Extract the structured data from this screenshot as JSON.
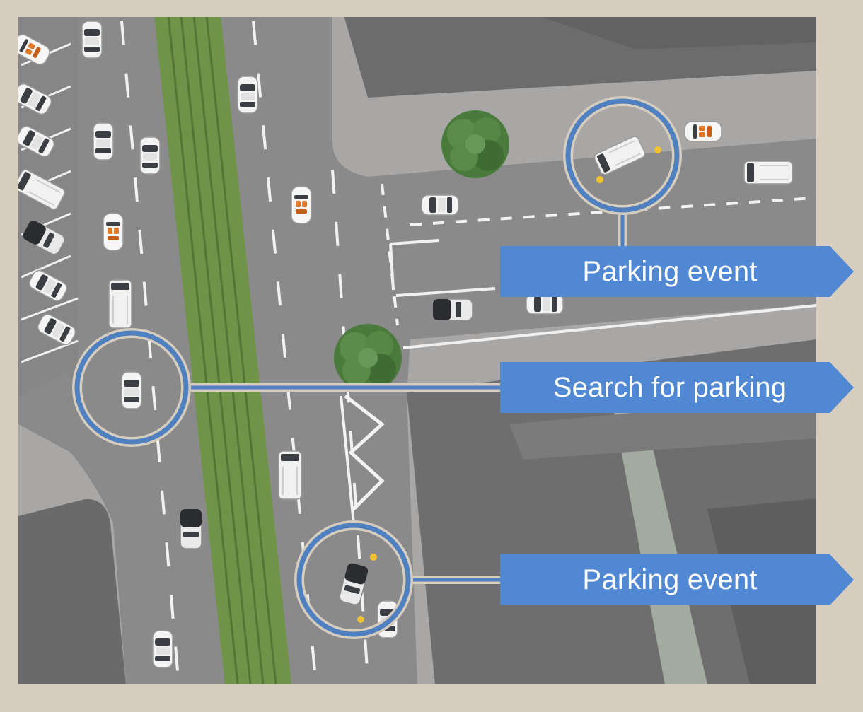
{
  "callouts": [
    {
      "label": "Parking event"
    },
    {
      "label": "Search for parking"
    },
    {
      "label": "Parking event"
    }
  ],
  "colors": {
    "frame": "#d6cdbf",
    "road": "#8a8a8a",
    "sidewalk": "#a9a7a6",
    "building": "#6d6c6c",
    "tram_median": "#6f9447",
    "tree": "#4a7a3c",
    "highlight_ring": "#4f80c0",
    "callout_fill": "#5188d4",
    "callout_text": "#ffffff"
  }
}
